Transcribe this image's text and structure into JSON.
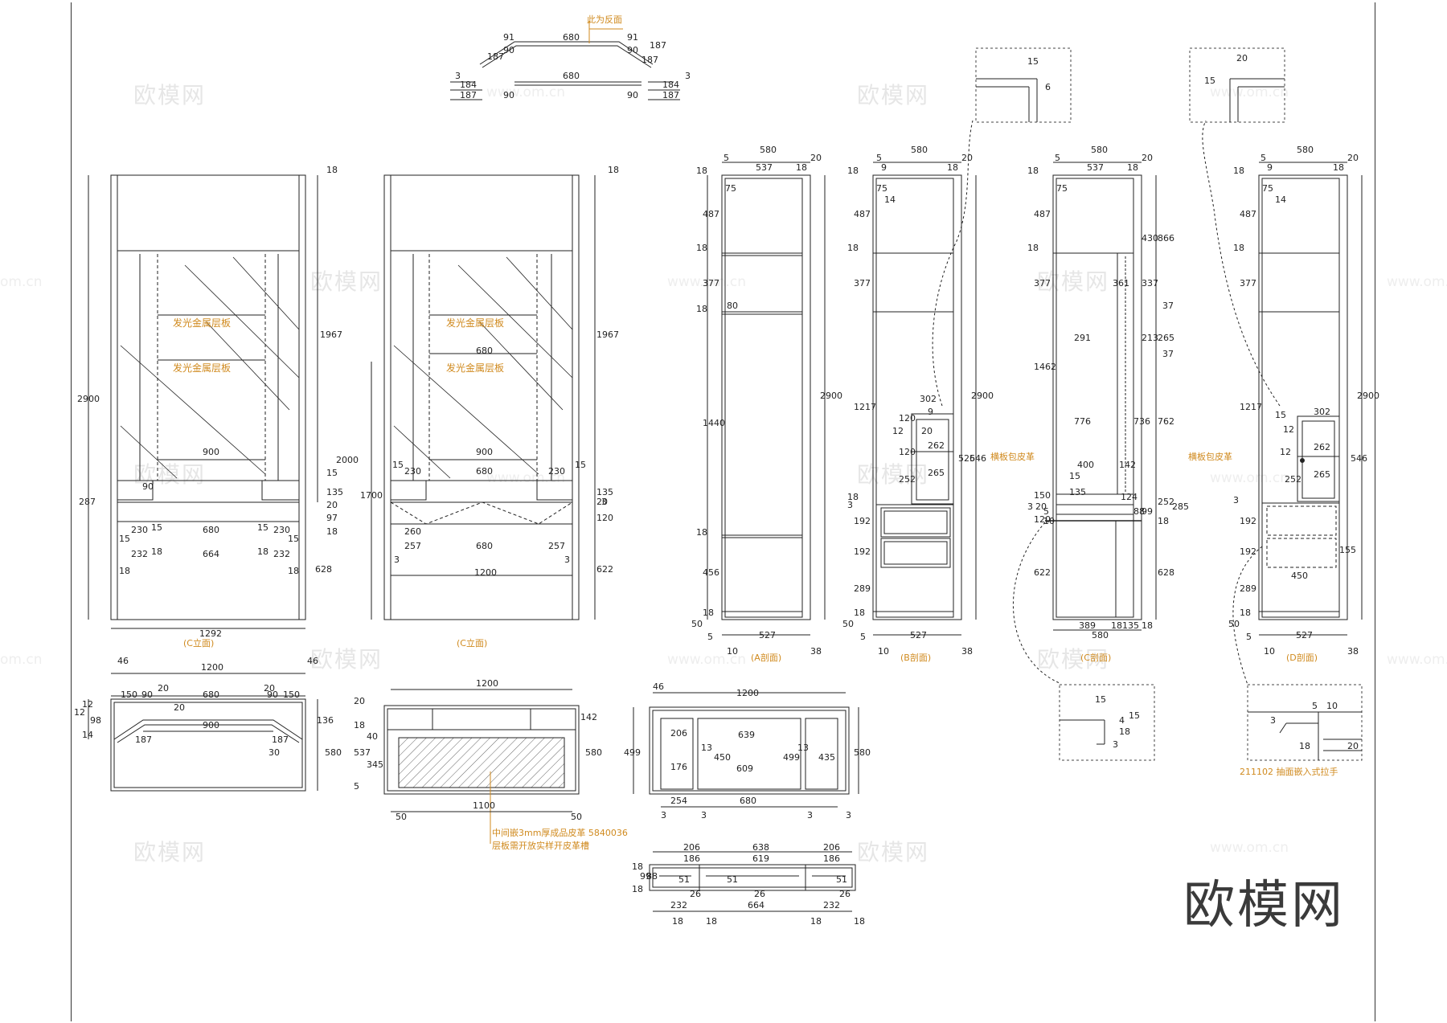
{
  "brand": "欧模网",
  "watermark": {
    "text": "欧模网",
    "url": "www.om.cn",
    "url_short": "om.cn"
  },
  "top_plan": {
    "note": "此为反面",
    "row1": [
      "91",
      "680",
      "91",
      "187"
    ],
    "row1b": [
      "187",
      "90",
      "90",
      "187"
    ],
    "row2": [
      "3",
      "680",
      "3"
    ],
    "row3": [
      "184",
      "187",
      "90",
      "90",
      "184",
      "187"
    ]
  },
  "elev1": {
    "caption": "(C立面)",
    "shelf_labels": [
      "发光金属层板",
      "发光金属层板"
    ],
    "dims": [
      "1292",
      "900",
      "90",
      "287",
      "230",
      "15",
      "680",
      "15",
      "230",
      "15",
      "15",
      "232",
      "18",
      "664",
      "18",
      "232",
      "18",
      "18",
      "2900",
      "1967",
      "15",
      "135",
      "20",
      "97",
      "18",
      "628",
      "18",
      "2000"
    ]
  },
  "elev2": {
    "caption": "(C立面)",
    "shelf_labels": [
      "发光金属层板",
      "发光金属层板"
    ],
    "dims": [
      "680",
      "900",
      "15",
      "230",
      "680",
      "230",
      "15",
      "260",
      "257",
      "680",
      "257",
      "3",
      "3",
      "1200",
      "1967",
      "1700",
      "135",
      "3",
      "20",
      "120",
      "622",
      "18"
    ]
  },
  "sectA": {
    "caption": "(A剖面)",
    "dims": [
      "580",
      "5",
      "537",
      "18",
      "20",
      "18",
      "75",
      "487",
      "18",
      "377",
      "18",
      "80",
      "1440",
      "2900",
      "18",
      "456",
      "50",
      "18",
      "5",
      "527",
      "10",
      "38"
    ]
  },
  "sectB": {
    "caption": "(B剖面)",
    "dims": [
      "580",
      "5",
      "9",
      "18",
      "20",
      "18",
      "75",
      "14",
      "487",
      "18",
      "377",
      "1217",
      "302",
      "9",
      "120",
      "12",
      "20",
      "262",
      "120",
      "265",
      "252",
      "526",
      "546",
      "2900",
      "18",
      "3",
      "192",
      "192",
      "289",
      "50",
      "18",
      "5",
      "527",
      "10",
      "38"
    ],
    "note": "横板包皮革"
  },
  "sectC": {
    "caption": "(C剖面)",
    "dims": [
      "580",
      "5",
      "537",
      "18",
      "20",
      "18",
      "75",
      "487",
      "430",
      "866",
      "18",
      "377",
      "361",
      "337",
      "37",
      "291",
      "213",
      "265",
      "37",
      "1462",
      "776",
      "736",
      "762",
      "15",
      "400",
      "142",
      "150",
      "135",
      "124",
      "252",
      "285",
      "3",
      "20",
      "120",
      "5",
      "10",
      "88",
      "99",
      "18",
      "622",
      "628",
      "389",
      "18",
      "135",
      "18",
      "580"
    ]
  },
  "sectD": {
    "caption": "(D剖面)",
    "dims": [
      "580",
      "5",
      "9",
      "18",
      "20",
      "18",
      "75",
      "14",
      "487",
      "18",
      "377",
      "1217",
      "15",
      "302",
      "12",
      "262",
      "12",
      "265",
      "252",
      "546",
      "2900",
      "3",
      "192",
      "192",
      "155",
      "450",
      "289",
      "50",
      "18",
      "5",
      "527",
      "10",
      "38"
    ],
    "note": "横板包皮革"
  },
  "details": {
    "d1": [
      "15",
      "6"
    ],
    "d2": [
      "20",
      "15"
    ],
    "d3": [
      "15",
      "18",
      "4",
      "15",
      "3"
    ],
    "d4": [
      "5",
      "10",
      "3",
      "18",
      "20"
    ],
    "d4_caption": "211102 抽面嵌入式拉手"
  },
  "plan1": {
    "dims": [
      "46",
      "1200",
      "46",
      "150",
      "90",
      "20",
      "680",
      "20",
      "90",
      "150",
      "12",
      "12",
      "98",
      "14",
      "900",
      "20",
      "187",
      "187",
      "30",
      "136",
      "580"
    ]
  },
  "plan2": {
    "dims": [
      "1200",
      "20",
      "142",
      "18",
      "40",
      "537",
      "580",
      "345",
      "5",
      "1100",
      "50",
      "50"
    ],
    "note": [
      "中间嵌3mm厚成品皮革 5840036",
      "层板需开放实样开皮革槽"
    ]
  },
  "plan3": {
    "dims": [
      "46",
      "1200",
      "206",
      "639",
      "499",
      "13",
      "450",
      "499",
      "13",
      "435",
      "580",
      "176",
      "609",
      "254",
      "680",
      "3",
      "3",
      "3",
      "3"
    ]
  },
  "plan4": {
    "dims": [
      "206",
      "638",
      "206",
      "186",
      "619",
      "186",
      "18",
      "99",
      "88",
      "51",
      "51",
      "51",
      "26",
      "26",
      "26",
      "18",
      "232",
      "664",
      "232",
      "18",
      "18",
      "18",
      "18"
    ]
  }
}
